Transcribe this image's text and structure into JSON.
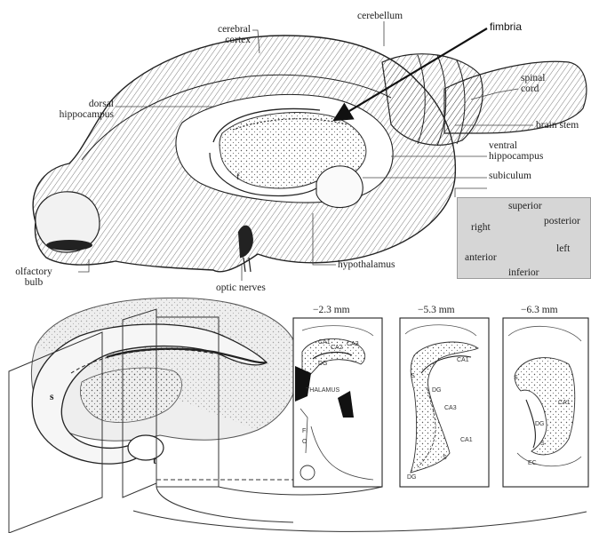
{
  "brain_labels": {
    "cerebral_cortex_1": "cerebral",
    "cerebral_cortex_2": "cortex",
    "cerebellum": "cerebellum",
    "fimbria": "fimbria",
    "dorsal_hippocampus_1": "dorsal",
    "dorsal_hippocampus_2": "hippocampus",
    "spinal_cord_1": "spinal",
    "spinal_cord_2": "cord",
    "brain_stem": "brain stem",
    "ventral_hippocampus_1": "ventral",
    "ventral_hippocampus_2": "hippocampus",
    "subiculum": "subiculum",
    "f_marker": "f",
    "olfactory_bulb_1": "olfactory",
    "olfactory_bulb_2": "bulb",
    "optic_nerves": "optic nerves",
    "hypothalamus": "hypothalamus"
  },
  "compass": {
    "superior": "superior",
    "posterior": "posterior",
    "right": "right",
    "left": "left",
    "anterior": "anterior",
    "inferior": "inferior"
  },
  "hippocampus_model": {
    "s_marker": "s",
    "t_marker": "t"
  },
  "sections": [
    {
      "depth": "−2.3 mm",
      "labels": {
        "ca1": "CA1",
        "ca2": "CA2",
        "ca3": "CA3",
        "dg": "DG",
        "thalamus": "THALAMUS",
        "fi": "FI",
        "o": "O"
      }
    },
    {
      "depth": "−5.3 mm",
      "labels": {
        "ca1": "CA1",
        "s": "S",
        "dg": "DG",
        "ca3": "CA3",
        "ca1b": "CA1",
        "s2": "S",
        "dg2": "DG"
      }
    },
    {
      "depth": "−6.3 mm",
      "labels": {
        "s": "S",
        "ca1": "CA1",
        "dg": "DG",
        "s2": "S",
        "ec": "EC"
      }
    }
  ]
}
